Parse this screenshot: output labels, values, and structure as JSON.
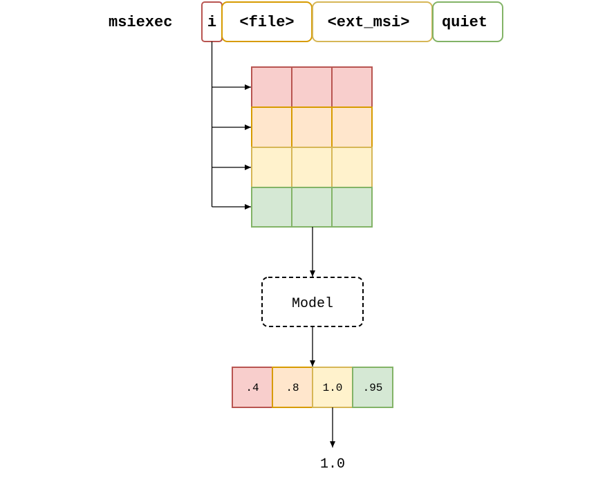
{
  "command": {
    "program": "msiexec",
    "tokens": [
      {
        "label": "i",
        "stroke": "#b85450"
      },
      {
        "label": "<file>",
        "stroke": "#d79b00"
      },
      {
        "label": "<ext_msi>",
        "stroke": "#d6b656"
      },
      {
        "label": "quiet",
        "stroke": "#82b366"
      }
    ]
  },
  "embedding_matrix": {
    "rows": [
      {
        "fill": "#f8cecc",
        "stroke": "#b85450"
      },
      {
        "fill": "#ffe6cc",
        "stroke": "#d79b00"
      },
      {
        "fill": "#fff2cc",
        "stroke": "#d6b656"
      },
      {
        "fill": "#d5e8d4",
        "stroke": "#82b366"
      }
    ],
    "columns": 3
  },
  "model": {
    "label": "Model"
  },
  "scores": [
    {
      "value": ".4",
      "fill": "#f8cecc",
      "stroke": "#b85450"
    },
    {
      "value": ".8",
      "fill": "#ffe6cc",
      "stroke": "#d79b00"
    },
    {
      "value": "1.0",
      "fill": "#fff2cc",
      "stroke": "#d6b656"
    },
    {
      "value": ".95",
      "fill": "#d5e8d4",
      "stroke": "#82b366"
    }
  ],
  "result": {
    "value": "1.0"
  }
}
